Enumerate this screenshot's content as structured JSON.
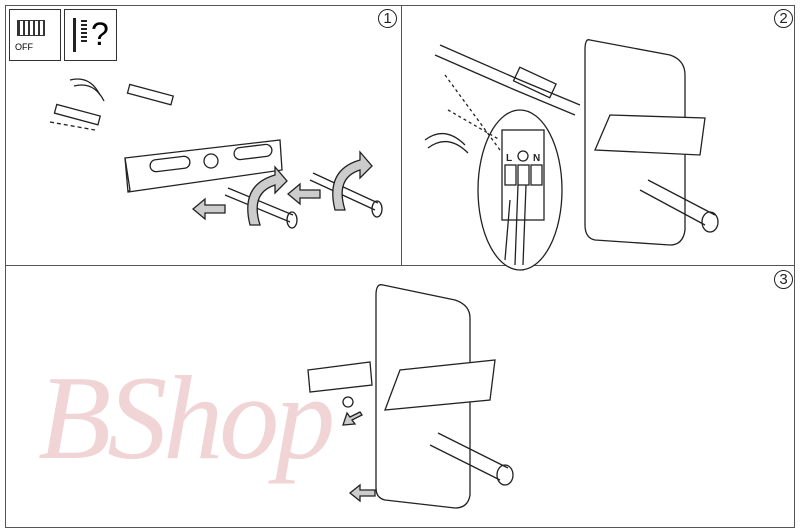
{
  "panels": [
    {
      "step": "1",
      "icons": {
        "power_off_label": "OFF",
        "unknown_mark": "?"
      }
    },
    {
      "step": "2",
      "terminal": {
        "live": "L",
        "neutral": "N"
      }
    },
    {
      "step": "3"
    }
  ],
  "watermark": "BShop"
}
